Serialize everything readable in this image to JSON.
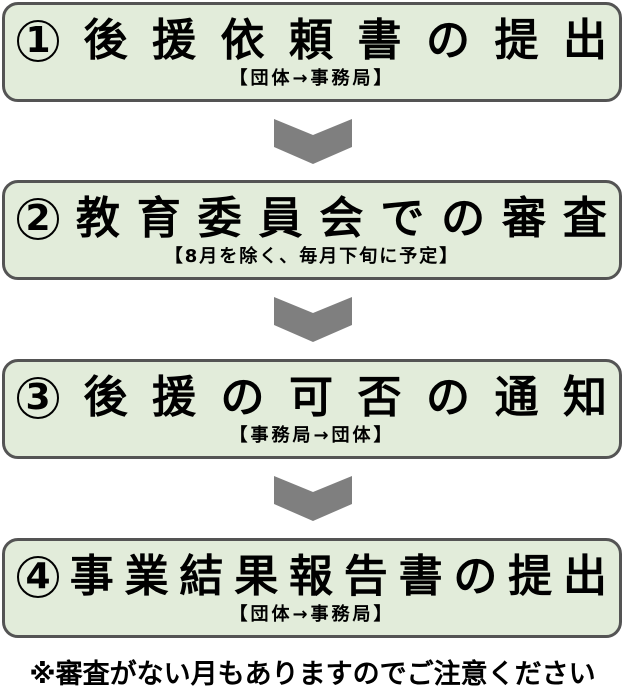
{
  "colors": {
    "box_fill": "#e2ecda",
    "box_border": "#545454",
    "arrow_fill": "#7f7f7f",
    "text": "#000000"
  },
  "steps": [
    {
      "number": "1",
      "number_glyph": "①",
      "title": "後援依頼書の提出",
      "title_chars": [
        "後",
        "援",
        "依",
        "頼",
        "書",
        "の",
        "提",
        "出"
      ],
      "subtitle": "【団体→事務局】"
    },
    {
      "number": "2",
      "number_glyph": "②",
      "title": "教育委員会での審査",
      "title_chars": [
        "教",
        "育",
        "委",
        "員",
        "会",
        "で",
        "の",
        "審",
        "査"
      ],
      "subtitle": "【8月を除く、毎月下旬に予定】"
    },
    {
      "number": "3",
      "number_glyph": "③",
      "title": "後援の可否の通知",
      "title_chars": [
        "後",
        "援",
        "の",
        "可",
        "否",
        "の",
        "通",
        "知"
      ],
      "subtitle": "【事務局→団体】"
    },
    {
      "number": "4",
      "number_glyph": "④",
      "title": "事業結果報告書の提出",
      "title_chars": [
        "事",
        "業",
        "結",
        "果",
        "報",
        "告",
        "書",
        "の",
        "提",
        "出"
      ],
      "subtitle": "【団体→事務局】"
    }
  ],
  "arrows": [
    {
      "icon": "chevron-down-icon"
    },
    {
      "icon": "chevron-down-icon"
    },
    {
      "icon": "chevron-down-icon"
    }
  ],
  "footnote": "※審査がない月もありますのでご注意ください"
}
